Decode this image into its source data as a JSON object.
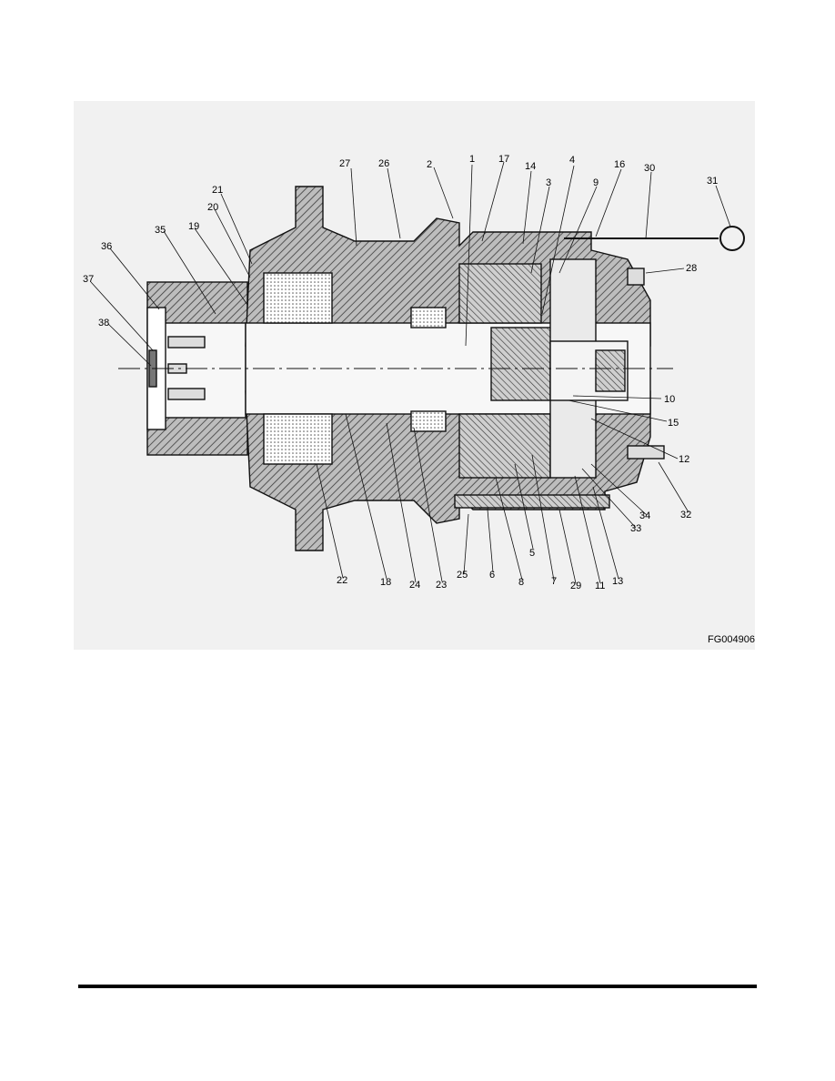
{
  "figure": {
    "code": "FG004906",
    "callouts": [
      "1",
      "2",
      "3",
      "4",
      "5",
      "6",
      "7",
      "8",
      "9",
      "10",
      "11",
      "12",
      "13",
      "14",
      "15",
      "16",
      "17",
      "18",
      "19",
      "20",
      "21",
      "22",
      "23",
      "24",
      "25",
      "26",
      "27",
      "28",
      "29",
      "30",
      "31",
      "32",
      "33",
      "34",
      "35",
      "36",
      "37",
      "38"
    ]
  }
}
